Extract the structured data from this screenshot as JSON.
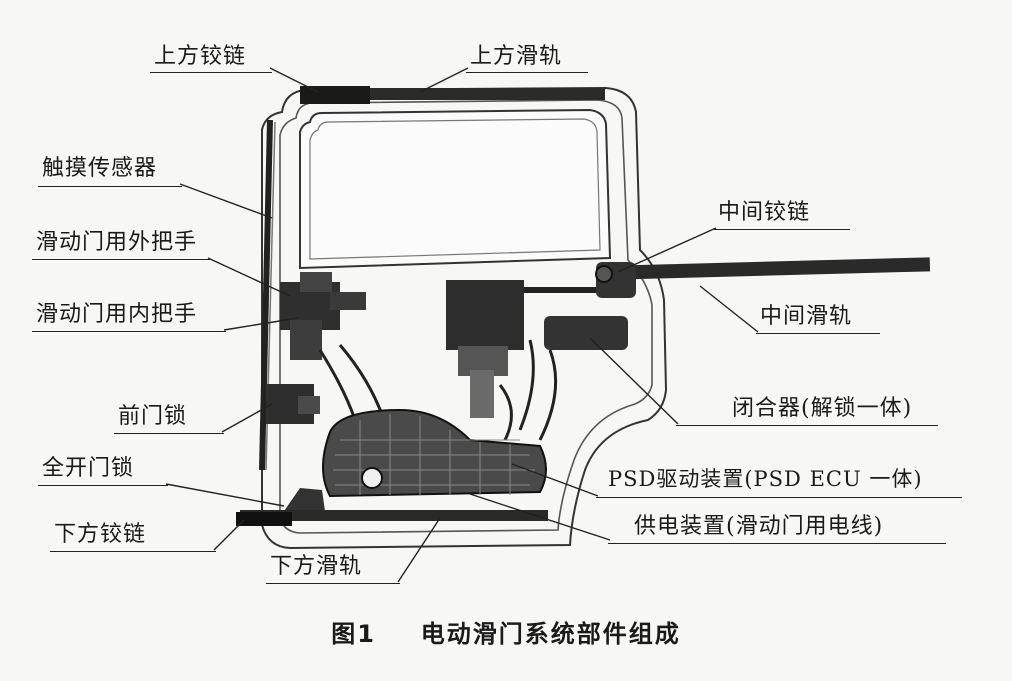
{
  "labels": {
    "upper_hinge": "上方铰链",
    "upper_rail": "上方滑轨",
    "touch_sensor": "触摸传感器",
    "outer_handle": "滑动门用外把手",
    "inner_handle": "滑动门用内把手",
    "front_lock": "前门锁",
    "full_open_lock": "全开门锁",
    "lower_hinge": "下方铰链",
    "lower_rail": "下方滑轨",
    "middle_hinge": "中间铰链",
    "middle_rail": "中间滑轨",
    "closer": "闭合器(解锁一体)",
    "psd_drive": "PSD驱动装置(PSD ECU 一体)",
    "power_supply": "供电装置(滑动门用电线)"
  },
  "caption": {
    "figure_no": "图1",
    "title": "电动滑门系统部件组成"
  }
}
